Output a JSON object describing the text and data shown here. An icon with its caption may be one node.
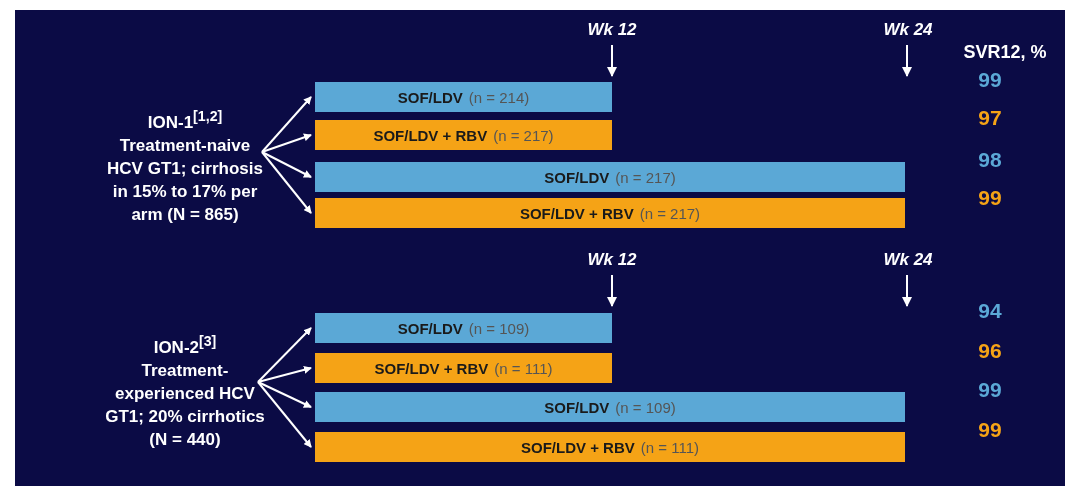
{
  "diagram": {
    "nodes": [
      {
        "text": [
          "ION-1$^{[1,2]}$",
          "Treatment-naive HCV GT1; cirrhosis in 15% to 17% per arm (N = 865)"
        ]
      },
      {
        "text": [
          "**SOF/LDV** (n = 214)"
        ]
      },
      {
        "text": [
          "**SOF/LDV + RBV** (n = 217)"
        ]
      },
      {
        "text": [
          "**SOF/LDV** (n = 217)"
        ]
      },
      {
        "text": [
          "**SOF/LDV + RBV** (n = 217)"
        ]
      },
      {
        "text": [
          "ION-2$^{[3]}$",
          "Treatment-experienced HCV GT1; 20% cirrhotics (N = 440)"
        ]
      },
      {
        "text": [
          "**SOF/LDV** (n = 109)"
        ]
      },
      {
        "text": [
          "**SOF/LDV + RBV** (n = 111)"
        ]
      },
      {
        "text": [
          "**SOF/LDV** (n = 109)"
        ]
      },
      {
        "text": [
          "**SOF/LDV + RBV** (n = 111)"
        ]
      }
    ],
    "edges": [
      {
        "from": 0,
        "to": 1,
        "arrow": "to"
      },
      {
        "from": 0,
        "to": 2,
        "arrow": "to"
      },
      {
        "from": 0,
        "to": 3,
        "arrow": "to"
      },
      {
        "from": 0,
        "to": 4,
        "arrow": "to"
      },
      {
        "from": 5,
        "to": 6,
        "arrow": "to"
      },
      {
        "from": 5,
        "to": 7,
        "arrow": "to"
      },
      {
        "from": 5,
        "to": 8,
        "arrow": "to"
      },
      {
        "from": 5,
        "to": 9,
        "arrow": "to"
      }
    ],
    "labels": [
      "Wk 12",
      "Wk 24",
      "SVR12, %",
      "99",
      "97",
      "98",
      "99",
      "Wk 12",
      "Wk 24",
      "94",
      "96",
      "99",
      "99"
    ]
  }
}
